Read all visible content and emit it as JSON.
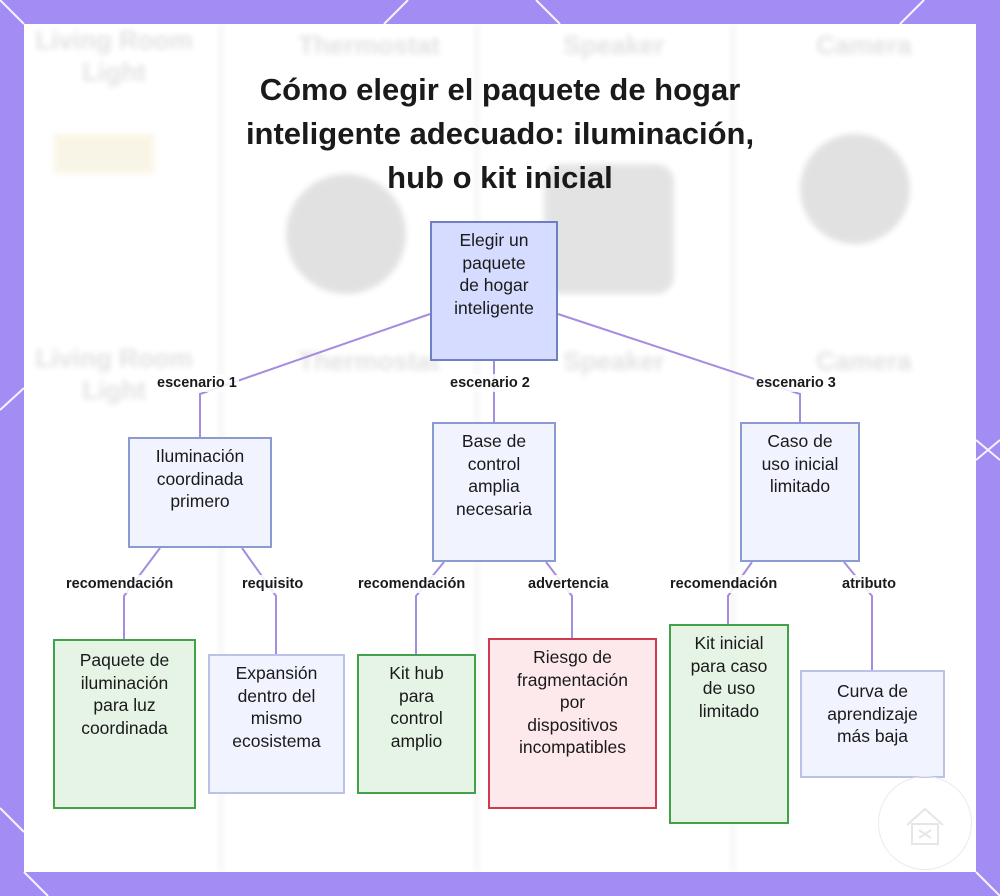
{
  "title_lines": [
    "Cómo elegir el paquete de hogar",
    "inteligente adecuado: iluminación,",
    "hub o kit inicial"
  ],
  "background_words": [
    "Living Room",
    "Light",
    "Thermostat",
    "Speaker",
    "Camera",
    "Living Room",
    "Light",
    "Thermostat",
    "Speaker",
    "Camera"
  ],
  "nodes": {
    "root": [
      "Elegir un",
      "paquete",
      "de hogar",
      "inteligente"
    ],
    "lighting_first": [
      "Iluminación",
      "coordinada",
      "primero"
    ],
    "broad_control": [
      "Base de",
      "control",
      "amplia",
      "necesaria"
    ],
    "limited_use": [
      "Caso de",
      "uso inicial",
      "limitado"
    ],
    "lighting_bundle": [
      "Paquete de",
      "iluminación",
      "para luz",
      "coordinada"
    ],
    "ecosystem_expansion": [
      "Expansión",
      "dentro del",
      "mismo",
      "ecosistema"
    ],
    "hub_kit": [
      "Kit hub",
      "para",
      "control",
      "amplio"
    ],
    "fragmentation_risk": [
      "Riesgo de",
      "fragmentación",
      "por",
      "dispositivos",
      "incompatibles"
    ],
    "starter_kit": [
      "Kit inicial",
      "para caso",
      "de uso",
      "limitado"
    ],
    "learning_curve": [
      "Curva de",
      "aprendizaje",
      "más baja"
    ]
  },
  "edge_labels": {
    "scenario1": "escenario 1",
    "scenario2": "escenario 2",
    "scenario3": "escenario 3",
    "rec1": "recomendación",
    "req": "requisito",
    "rec2": "recomendación",
    "warn": "advertencia",
    "rec3": "recomendación",
    "attr": "atributo"
  },
  "colors": {
    "frame": "#a48cf5",
    "edge": "#a48ce0",
    "root_fill": "#d6dcff",
    "recommendation_border": "#41a24a",
    "warning_border": "#cf3b4e"
  },
  "icons": [
    "home-icon"
  ]
}
